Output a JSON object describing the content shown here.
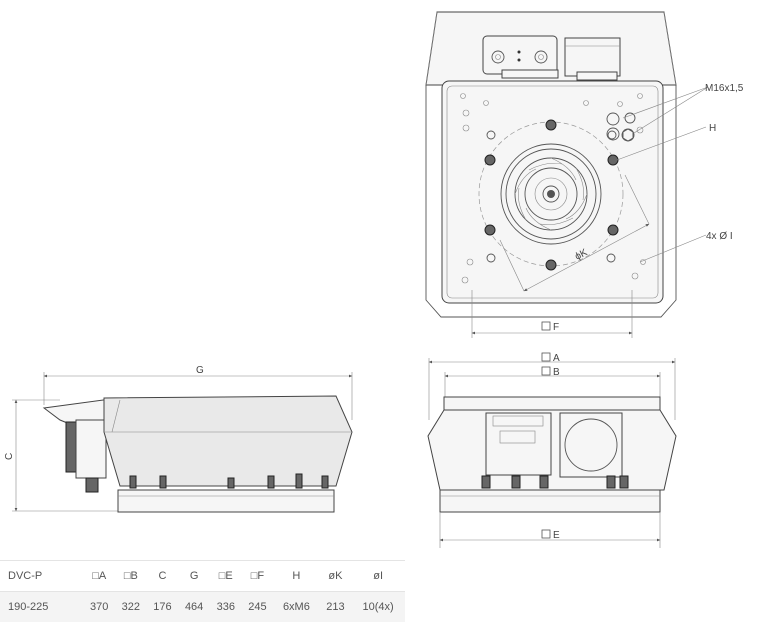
{
  "labels": {
    "thread": "M16x1,5",
    "h": "H",
    "holes": "4x Ø I",
    "k": "ϕK",
    "f": "F",
    "a": "A",
    "b": "B",
    "e": "E",
    "g": "G",
    "c": "C"
  },
  "table": {
    "headers": [
      "DVC-P",
      "□A",
      "□B",
      "C",
      "G",
      "□E",
      "□F",
      "H",
      "øK",
      "øI"
    ],
    "rows": [
      [
        "190-225",
        "370",
        "322",
        "176",
        "464",
        "336",
        "245",
        "6xM6",
        "213",
        "10(4x)"
      ]
    ]
  }
}
